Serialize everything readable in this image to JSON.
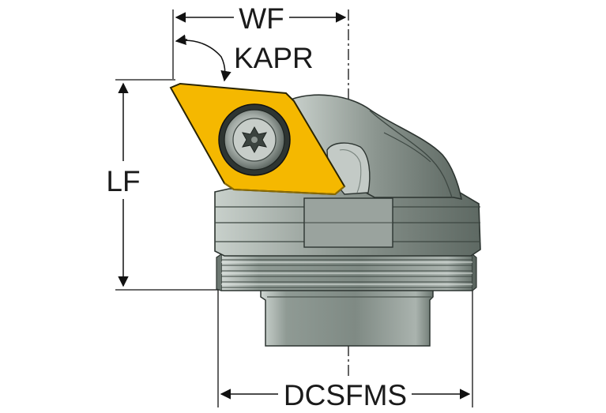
{
  "labels": {
    "wf": "WF",
    "kapr": "KAPR",
    "lf": "LF",
    "dcsfms": "DCSFMS"
  },
  "colors": {
    "insert": "#f5b800",
    "insert_edge": "#3a3000",
    "body": "#8f9a94",
    "body_dark": "#5d6862",
    "body_light": "#b9c1bc",
    "line": "#111111"
  }
}
